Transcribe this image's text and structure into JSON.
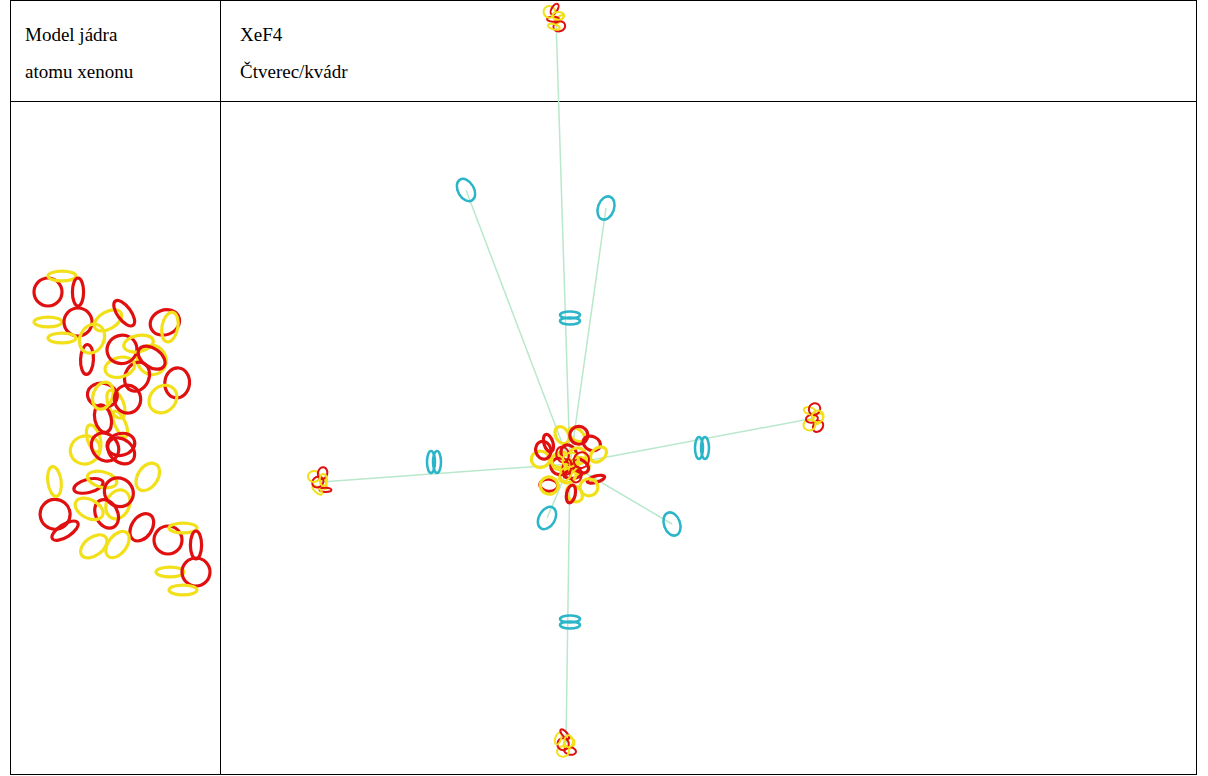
{
  "diagram": {
    "labels": [
      "Model jádra atomu xenonu",
      "XeF4",
      "Čtverec/kvádr"
    ]
  }
}
